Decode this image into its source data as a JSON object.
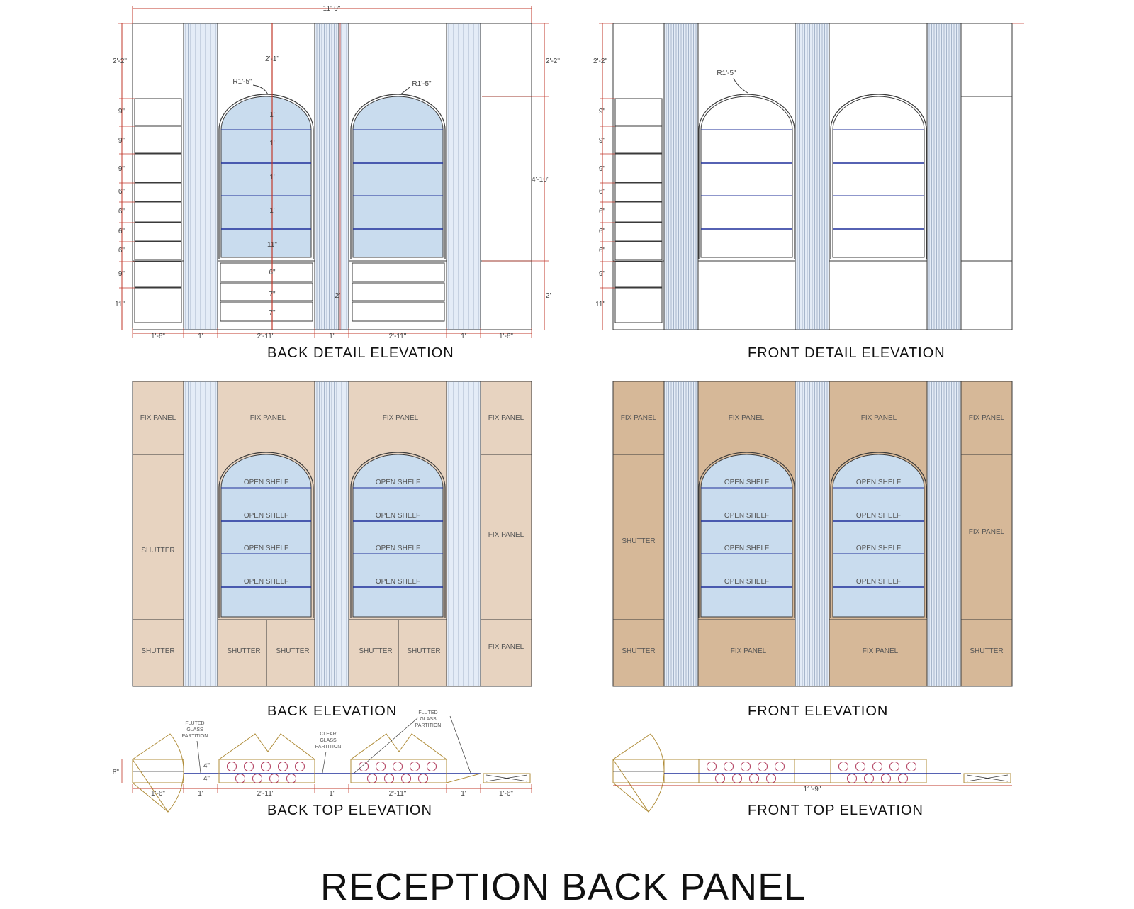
{
  "main_title": "RECEPTION BACK  PANEL",
  "views": {
    "back_detail": "BACK  DETAIL ELEVATION",
    "front_detail": "FRONT  DETAIL ELEVATION",
    "back_elev": "BACK  ELEVATION",
    "front_elev": "FRONT  ELEVATION",
    "back_top": "BACK TOP  ELEVATION",
    "front_top": "FRONT TOP  ELEVATION"
  },
  "labels": {
    "fix_panel": "FIX PANEL",
    "shutter": "SHUTTER",
    "open_shelf": "OPEN SHELF"
  },
  "dims": {
    "overall_w": "11'-9\"",
    "top_h": "2'-2\"",
    "arch_w": "2'-1\"",
    "radius": "R1'-5\"",
    "right_h": "4'-10\"",
    "base_h": "2'",
    "side_w": "1'-6\"",
    "flute_w": "1'",
    "bay_w": "2'-11\"",
    "shelf_gap": "1'",
    "shelf_11": "11\"",
    "d9": "9\"",
    "d6": "6\"",
    "d7": "7\"",
    "d11": "11\"",
    "d4": "4\"",
    "d8": "8\""
  },
  "callouts": {
    "fluted": [
      "FLUTED",
      "GLASS",
      "PARTITION"
    ],
    "clear": [
      "CLEAR",
      "GLASS",
      "PARTITION"
    ]
  },
  "colors": {
    "line": "#3a3a3a",
    "dimension": "#c0392b",
    "glass": "#c9dcee",
    "shelf": "#1f2f9a",
    "flute_bg": "#e4ecf7",
    "flute_line": "#7f93ad",
    "wood_light": "#e7d3c0",
    "wood_dark": "#d6b898",
    "plan_outline": "#b08d3a",
    "circle": "#b03a5b"
  }
}
